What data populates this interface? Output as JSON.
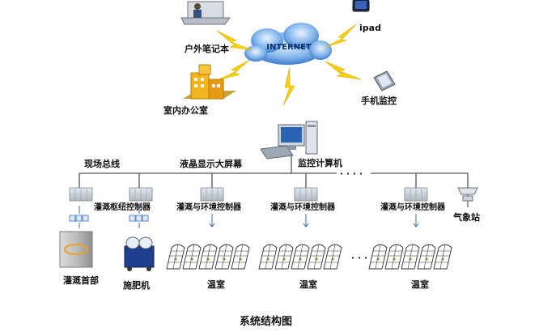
{
  "internet": {
    "label": "INTERNET"
  },
  "devices": {
    "laptop": "户外笔记本",
    "ipad": "ipad",
    "office": "室内办公室",
    "phone": "手机监控",
    "monitor_pc": "监控计算机"
  },
  "bus": {
    "field_bus": "现场总线",
    "lcd_screen": "液晶显示大屏幕",
    "ellipsis": "· · · ·"
  },
  "controllers": {
    "hub": "灌溉枢纽控制器",
    "env1": "灌溉与环境控制器",
    "env2": "灌溉与环境控制器",
    "env3": "灌溉与环境控制器"
  },
  "field": {
    "head": "灌溉首部",
    "fertilizer": "施肥机",
    "greenhouse1": "温室",
    "greenhouse2": "温室",
    "greenhouse3": "温室",
    "weather": "气象站",
    "gh_ellipsis": "· · ·"
  },
  "caption": "系统结构图",
  "colors": {
    "accent": "#1c5fae",
    "bolt": "#f5d000",
    "bus_line": "#555555",
    "cabinet": "#c9d1d8"
  }
}
